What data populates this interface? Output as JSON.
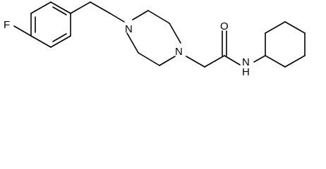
{
  "molecule": {
    "atoms": {
      "fluorine": "F",
      "piperazine_n_top": "N",
      "piperazine_n_bottom": "N",
      "carbonyl_oxygen": "O",
      "amide_nitrogen": "N",
      "amide_hydrogen": "H"
    },
    "colors": {
      "bond": "#000000",
      "label": "#000000",
      "background": "#ffffff"
    }
  }
}
